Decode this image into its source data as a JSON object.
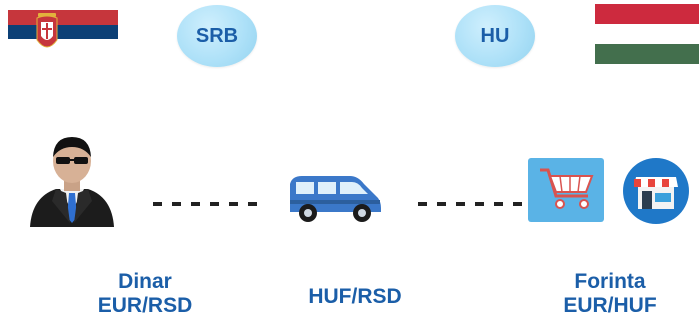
{
  "countries": {
    "left": {
      "code": "SRB",
      "flag": "serbia-flag"
    },
    "right": {
      "code": "HU",
      "flag": "hungary-flag"
    }
  },
  "nodes": {
    "person": {
      "icon": "businessman-icon",
      "currency_line1": "Dinar",
      "currency_line2": "EUR/RSD"
    },
    "transport": {
      "icon": "van-icon",
      "currency_line1": "HUF/RSD"
    },
    "shop": {
      "icons": [
        "shopping-cart-icon",
        "store-open-icon"
      ],
      "currency_line1": "Forinta",
      "currency_line2": "EUR/HUF"
    }
  },
  "colors": {
    "text_blue": "#1b5ea8",
    "badge_blue": "#aee1f8",
    "serbia_red": "#c6363c",
    "serbia_blue": "#0c4076",
    "hungary_red": "#cd2a3e",
    "hungary_green": "#436f4d"
  }
}
